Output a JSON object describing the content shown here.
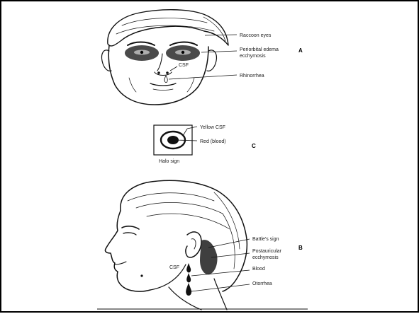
{
  "figure": {
    "panel_a": {
      "letter": "A",
      "labels": {
        "raccoon_eyes": "Raccoon eyes",
        "periorbital_line1": "Periorbital edema",
        "periorbital_line2": "ecchymosis",
        "csf": "CSF",
        "rhinorrhea": "Rhinorrhea"
      }
    },
    "panel_c": {
      "letter": "C",
      "labels": {
        "yellow_csf": "Yellow CSF",
        "red_blood": "Red (blood)",
        "halo_sign": "Halo sign"
      }
    },
    "panel_b": {
      "letter": "B",
      "labels": {
        "battles_sign": "Battle's sign",
        "postauricular_line1": "Postauricular",
        "postauricular_line2": "ecchymosis",
        "csf": "CSF",
        "blood": "Blood",
        "otorrhea": "Otorrhea"
      }
    }
  },
  "colors": {
    "border": "#000000",
    "ink": "#111111",
    "background": "#ffffff"
  }
}
